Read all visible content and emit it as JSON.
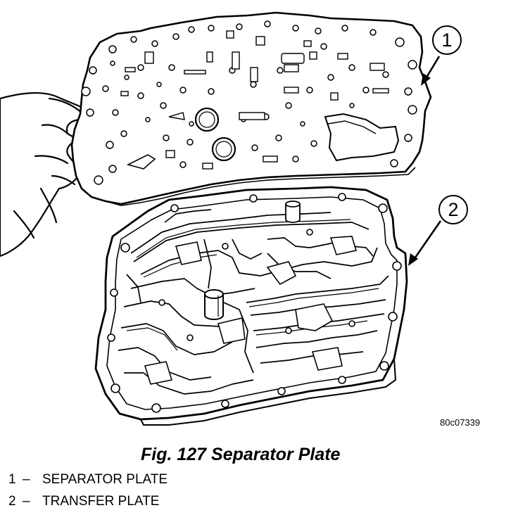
{
  "callouts": [
    {
      "number": "1"
    },
    {
      "number": "2"
    }
  ],
  "figure_id": "80c07339",
  "caption": "Fig. 127 Separator Plate",
  "legend": [
    {
      "number": "1",
      "dash": "–",
      "label": "SEPARATOR PLATE"
    },
    {
      "number": "2",
      "dash": "–",
      "label": "TRANSFER PLATE"
    }
  ]
}
